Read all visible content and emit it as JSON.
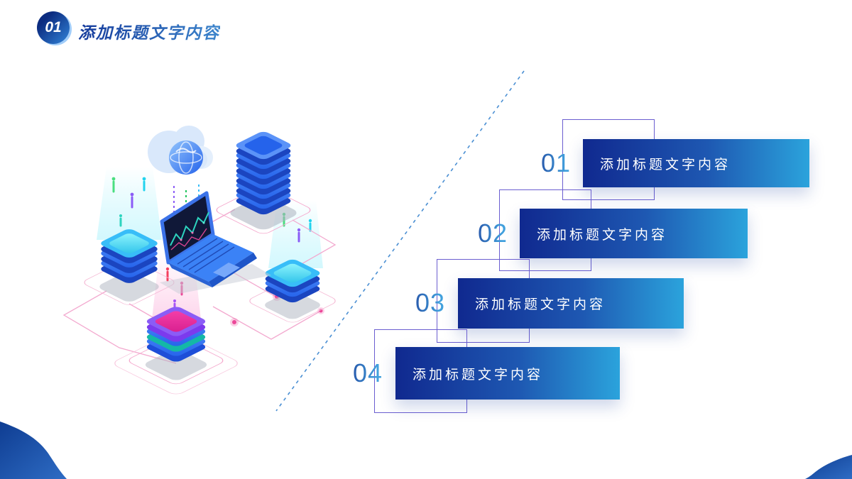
{
  "header": {
    "badge": "01",
    "title": "添加标题文字内容"
  },
  "items": [
    {
      "number": "01",
      "label": "添加标题文字内容"
    },
    {
      "number": "02",
      "label": "添加标题文字内容"
    },
    {
      "number": "03",
      "label": "添加标题文字内容"
    },
    {
      "number": "04",
      "label": "添加标题文字内容"
    }
  ],
  "colors": {
    "bar_gradient_start": "#10298f",
    "bar_gradient_end": "#2ba3dc",
    "frame_outline": "#6b5ed0",
    "number_gradient_start": "#1d3895",
    "number_gradient_end": "#41a0dd",
    "title_gradient_start": "#153a9b",
    "title_gradient_end": "#3c85cc",
    "dashed_line": "#4a8fd3",
    "corner_wave": "#15489f",
    "connector_pink": "#f3a9cf"
  }
}
